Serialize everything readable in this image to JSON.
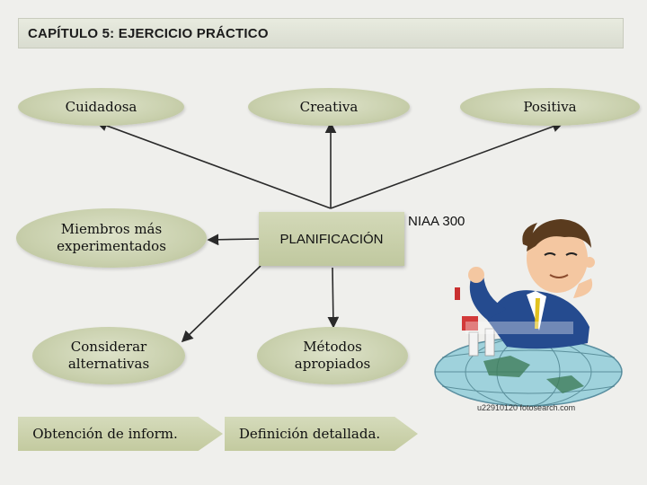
{
  "title": "CAPÍTULO 5: EJERCICIO PRÁCTICO",
  "nodes": {
    "cuidadosa": "Cuidadosa",
    "creativa": "Creativa",
    "positiva": "Positiva",
    "miembros": "Miembros más experimentados",
    "planificacion": "PLANIFICACIÓN",
    "considerar": "Considerar alternativas",
    "metodos": "Métodos apropiados",
    "obtencion": "Obtención de inform.",
    "definicion": "Definición detallada."
  },
  "side_label": "NIAA 300",
  "watermark": "u22910120 fotosearch.com",
  "colors": {
    "background": "#efefec",
    "node_fill": "#c9d0ad",
    "title_bar": "#d9dcd0",
    "connector": "#2a2a2a"
  },
  "icons": [
    "illustration-businessman-globe-icon"
  ]
}
